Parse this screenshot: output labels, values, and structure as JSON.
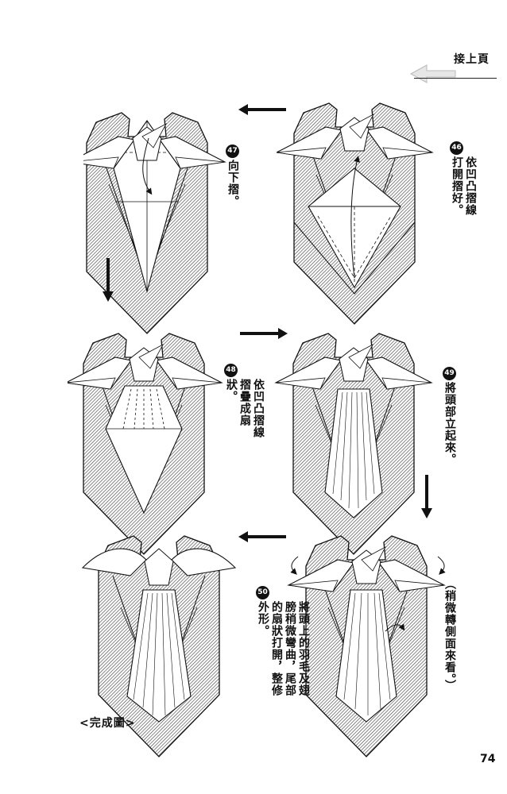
{
  "header": {
    "continue_label": "接上頁"
  },
  "steps": [
    {
      "number": "46",
      "text": "依凹凸摺線打開摺好。"
    },
    {
      "number": "47",
      "text": "向下摺。"
    },
    {
      "number": "48",
      "text": "依凹凸摺線摺疊成扇狀。"
    },
    {
      "number": "49",
      "text": "將頭部立起來。"
    },
    {
      "number": "50",
      "text": "將頭上的羽毛及翅膀稍微彎曲，尾部的扇狀打開，整修外形。"
    }
  ],
  "side_note": "（稍微轉側面來看。）",
  "final_label": "<完成圖>",
  "page_number": "74"
}
